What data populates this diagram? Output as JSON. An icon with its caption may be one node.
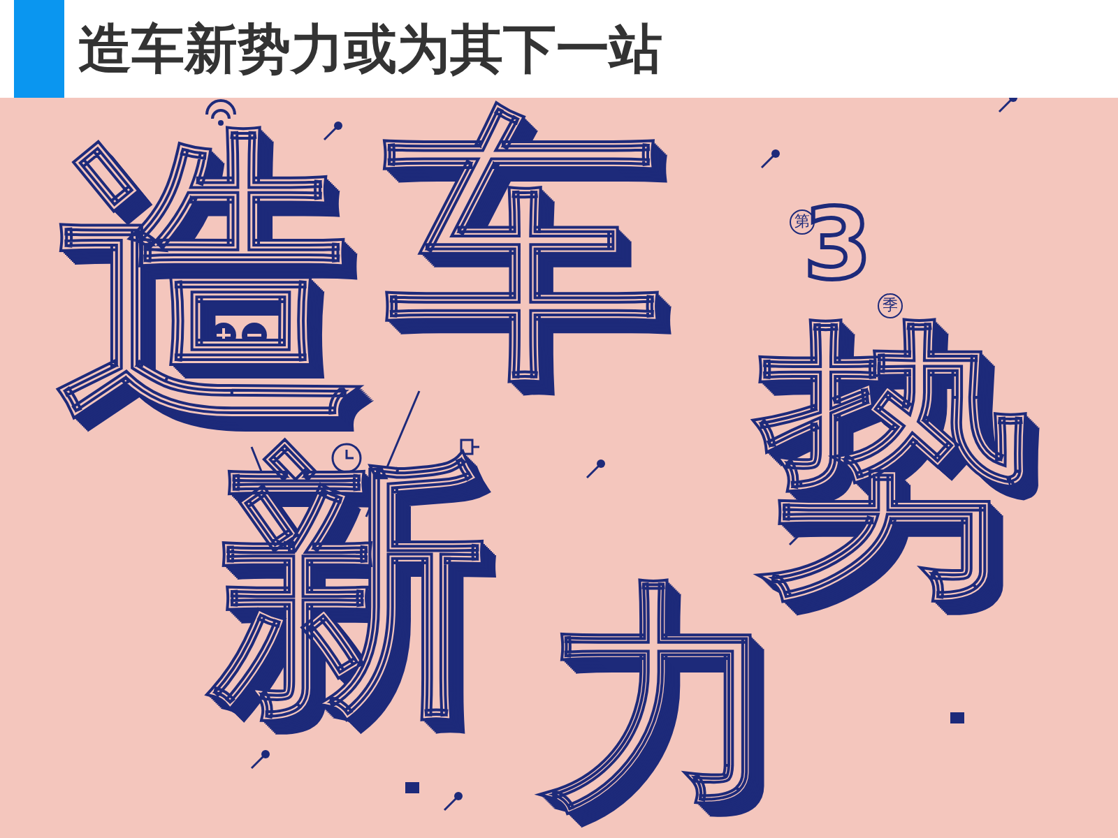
{
  "diagram": {
    "title": "造车新势力或为其下一站",
    "labels": [
      "造",
      "车",
      "第",
      "3",
      "季",
      "新",
      "势",
      "力"
    ]
  }
}
